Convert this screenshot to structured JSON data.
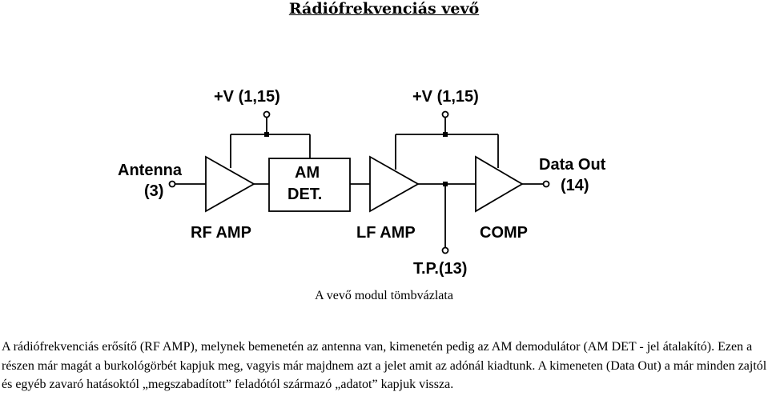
{
  "page": {
    "title": "Rádiófrekvenciás vevő",
    "caption": "A vevő modul tömbvázlata",
    "paragraph": "A rádiófrekvenciás erősítő (RF AMP), melynek bemenetén az antenna van, kimenetén pedig az AM demodulátor (AM DET - jel átalakító). Ezen a részen már magát a burkológörbét kapjuk meg, vagyis már majdnem azt a jelet amit az adónál kiadtunk. A kimeneten (Data Out) a már minden zajtól és egyéb zavaró hatásoktól „megszabadított” feladótól származó „adatot” kapjuk vissza."
  },
  "diagram": {
    "supply_left": "+V (1,15)",
    "supply_right": "+V (1,15)",
    "antenna_label": "Antenna",
    "antenna_pin": "(3)",
    "rf_amp": "RF AMP",
    "am_det_line1": "AM",
    "am_det_line2": "DET.",
    "lf_amp": "LF AMP",
    "comp": "COMP",
    "data_out_label": "Data Out",
    "data_out_pin": "(14)",
    "test_point": "T.P.(13)"
  }
}
